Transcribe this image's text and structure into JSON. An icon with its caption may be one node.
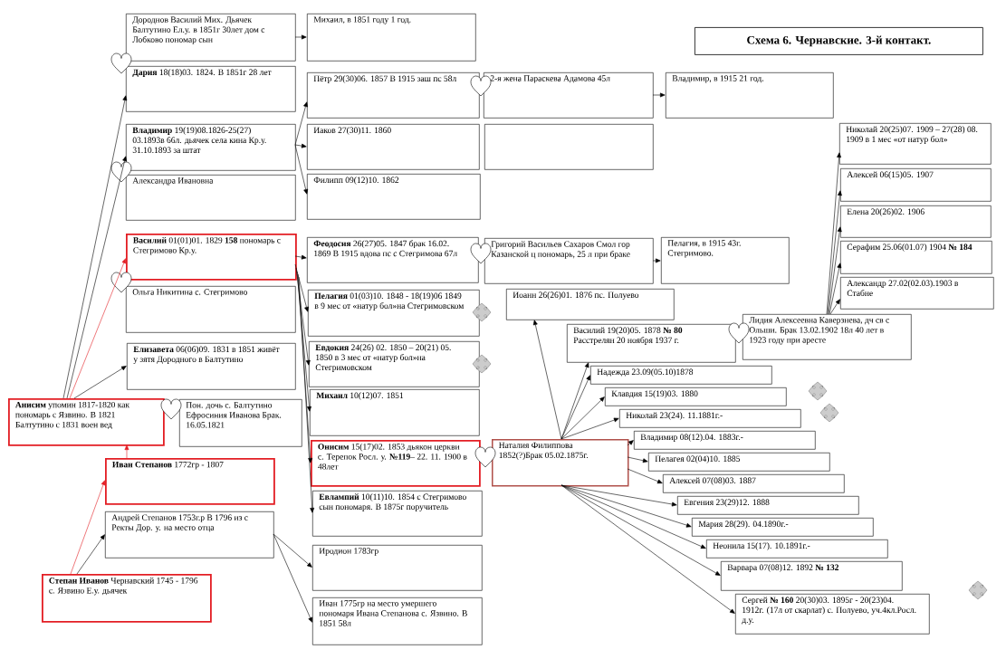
{
  "diagram": {
    "title": "Схема 6. Чернавские. 3-й контакт.",
    "nodes": [
      {
        "text": [
          "Дороднов Василий Мих. Дьячек Балтутино Ел.у. в 1851г 30лет дом с Лобково пономар сын"
        ]
      },
      {
        "text": [
          "Михаил, в 1851 году 1 год."
        ]
      },
      {
        "text": [
          "**Дария** 18(18)03. 1824. В 1851г 28 лет"
        ]
      },
      {
        "text": [
          "**Владимир** 19(19)08.1826-25(27) 03.1893в 66л. дьячек села кина Кр.у. 31.10.1893 за штат"
        ]
      },
      {
        "text": [
          "Александра Ивановна"
        ]
      },
      {
        "text": [
          "Пётр 29(30)06. 1857 В 1915 заш пс 58л"
        ]
      },
      {
        "text": [
          "Иаков 27(30)11. 1860"
        ]
      },
      {
        "text": [
          "Филипп 09(12)10. 1862"
        ]
      },
      {
        "text": [
          "2-я жена Параскева Адамова 45л"
        ]
      },
      {
        "text": [
          "Владимир, в 1915 21 год."
        ]
      },
      {
        "text": [],
        "shape": "box"
      },
      {
        "text": [
          "**Василий** 01(01)01. 1829 **158** пономарь с Стегримово Кр.у."
        ]
      },
      {
        "text": [
          "Ольга Никитина с. Стегримово"
        ]
      },
      {
        "text": [
          "**Феодосия** 26(27)05. 1847 брак 16.02. 1869 В 1915 вдова пс с Стегримова 67л"
        ]
      },
      {
        "text": [
          "Григорий Васильев Сахаров Смол гор Казанской ц пономарь, 25 л при браке"
        ]
      },
      {
        "text": [
          "Пелагия, в 1915 43г. Стегримово."
        ]
      },
      {
        "text": [
          "**Пелагия** 01(03)10. 1848 - 18(19)06 1849 в 9 мес от «натур бол»на Стегримовском"
        ]
      },
      {
        "text": [
          "**Евдокия** 24(26) 02. 1850 – 20(21) 05. 1850 в 3 мес от «натур бол»на Стегримовском"
        ]
      },
      {
        "text": [
          "**Елизавета** 06(06)09. 1831 в 1851 живёт у зятя Дородного в Балтутино"
        ]
      },
      {
        "text": [
          "**Михаил** 10(12)07. 1851"
        ]
      },
      {
        "text": [
          "**Анисим** упомин 1817-1820 как пономарь с Язвино. В 1821 Балтутино с 1831 воен вед"
        ]
      },
      {
        "text": [
          "Пон. дочь с. Балтутино Ефросиния Иванова Брак. 16.05.1821"
        ]
      },
      {
        "text": [
          "**Онисим** 15(17)02. 1853 дьякон церкви с. Терепок Росл. у. **№119**– 22. 11. 1900 в 48лет"
        ]
      },
      {
        "text": [
          "Наталия Филиппова 1852(?)Брак 05.02.1875г."
        ]
      },
      {
        "text": [
          "**Евлампий** 10(11)10. 1854 с Стегримово сын пономаря. В 1875г поручитель"
        ]
      },
      {
        "text": [
          "**Иван Степанов** 1772гр - 1807"
        ]
      },
      {
        "text": [
          "Андрей Степанов 1753г.р В 1796 из с Ректы Дор. у. на место отца"
        ]
      },
      {
        "text": [
          "Иродион 1783гр"
        ]
      },
      {
        "text": [
          "Иван 1775гр на место умершего пономаря Ивана Степанова с. Язвино. В 1851 58л"
        ]
      },
      {
        "text": [
          "**Степан Иванов** Чернавский 1745 - 1796 с. Язвино Е.у. дьячек"
        ]
      },
      {
        "text": [
          "Николай 20(25)07. 1909 – 27(28) 08. 1909 в 1 мес «от натур бол»"
        ]
      },
      {
        "text": [
          "Алексей 06(15)05. 1907"
        ]
      },
      {
        "text": [
          "Елена 20(26)02. 1906"
        ]
      },
      {
        "text": [
          "Серафим 25.06(01.07) 1904 **№ 184**"
        ]
      },
      {
        "text": [
          "Александр 27.02(02.03).1903 в Стабне"
        ]
      },
      {
        "text": [
          "Лидия Алексеевна Каверзнева, дч св с Ольши. Брак 13.02.1902 18л 40 лет в 1923 году при аресте"
        ]
      },
      {
        "text": [
          "Иоанн 26(26)01. 1876 пс. Полуево"
        ]
      },
      {
        "text": [
          "Василий 19(20)05. 1878 **№ 80** Расстрелян 20 ноября 1937 г."
        ]
      },
      {
        "text": [
          "Надежда 23.09(05.10)1878"
        ]
      },
      {
        "text": [
          "Клавдия 15(19)03. 1880"
        ]
      },
      {
        "text": [
          "Николай 23(24). 11.1881г.-"
        ]
      },
      {
        "text": [
          "Владимир 08(12).04. 1883г.-"
        ]
      },
      {
        "text": [
          "Пелагея 02(04)10. 1885"
        ]
      },
      {
        "text": [
          "Алексей 07(08)03. 1887"
        ]
      },
      {
        "text": [
          "Евгения 23(29)12. 1888"
        ]
      },
      {
        "text": [
          "Мария 28(29). 04.1890г.-"
        ]
      },
      {
        "text": [
          "Неонила 15(17). 10.1891г.-"
        ]
      },
      {
        "text": [
          "Варвара 07(08)12. 1892 **№ 132**"
        ]
      },
      {
        "text": [
          "Сергей **№ 160** 20(30)03. 1895г - 20(23)04. 1912г. (17л от скарлат) с. Полуево, уч.4кл.Росл. д.у."
        ]
      }
    ],
    "edges": [
      {
        "from": 0,
        "to": 1,
        "arrow": "to"
      },
      {
        "from": 20,
        "to": 2,
        "arrow": "to"
      },
      {
        "from": 20,
        "to": 3,
        "arrow": "to"
      },
      {
        "from": 20,
        "to": 11,
        "arrow": "to",
        "color": "#e31e24"
      },
      {
        "from": 20,
        "to": 18,
        "arrow": "to"
      },
      {
        "from": 3,
        "to": 5,
        "arrow": "to"
      },
      {
        "from": 3,
        "to": 6,
        "arrow": "to"
      },
      {
        "from": 3,
        "to": 7,
        "arrow": "to"
      },
      {
        "from": 8,
        "to": 9,
        "arrow": "to"
      },
      {
        "from": 11,
        "to": 13,
        "arrow": "to"
      },
      {
        "from": 11,
        "to": 16,
        "arrow": "to"
      },
      {
        "from": 11,
        "to": 17,
        "arrow": "to"
      },
      {
        "from": 11,
        "to": 19,
        "arrow": "to"
      },
      {
        "from": 11,
        "to": 22,
        "arrow": "to"
      },
      {
        "from": 11,
        "to": 24,
        "arrow": "to"
      },
      {
        "from": 14,
        "to": 15,
        "arrow": "to"
      },
      {
        "from": 25,
        "to": 20,
        "arrow": "to",
        "color": "#e31e24"
      },
      {
        "from": 29,
        "to": 25,
        "arrow": "to",
        "color": "#e31e24"
      },
      {
        "from": 29,
        "to": 26,
        "arrow": "to"
      },
      {
        "from": 26,
        "to": 27,
        "arrow": "to"
      },
      {
        "from": 26,
        "to": 28,
        "arrow": "to"
      },
      {
        "from": 23,
        "to": 36,
        "arrow": "to"
      },
      {
        "from": 23,
        "to": 37,
        "arrow": "to"
      },
      {
        "from": 23,
        "to": 38,
        "arrow": "to"
      },
      {
        "from": 23,
        "to": 39,
        "arrow": "to"
      },
      {
        "from": 23,
        "to": 40,
        "arrow": "to"
      },
      {
        "from": 23,
        "to": 41,
        "arrow": "to"
      },
      {
        "from": 23,
        "to": 42,
        "arrow": "to"
      },
      {
        "from": 23,
        "to": 43,
        "arrow": "to"
      },
      {
        "from": 23,
        "to": 44,
        "arrow": "to"
      },
      {
        "from": 23,
        "to": 45,
        "arrow": "to"
      },
      {
        "from": 23,
        "to": 46,
        "arrow": "to"
      },
      {
        "from": 23,
        "to": 47,
        "arrow": "to"
      },
      {
        "from": 23,
        "to": 48,
        "arrow": "to"
      },
      {
        "from": 35,
        "to": 30,
        "arrow": "to"
      },
      {
        "from": 35,
        "to": 31,
        "arrow": "to"
      },
      {
        "from": 35,
        "to": 32,
        "arrow": "to"
      },
      {
        "from": 35,
        "to": 33,
        "arrow": "to"
      },
      {
        "from": 35,
        "to": 34,
        "arrow": "to"
      }
    ]
  }
}
